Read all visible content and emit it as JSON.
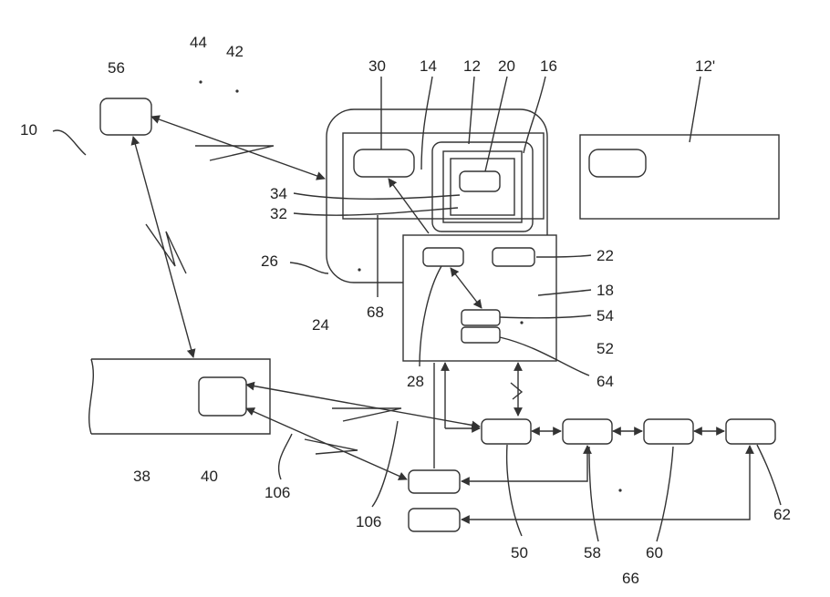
{
  "labels": {
    "l10": "10",
    "l56": "56",
    "l44": "44",
    "l42": "42",
    "l30": "30",
    "l14": "14",
    "l12": "12",
    "l20": "20",
    "l16": "16",
    "l12p": "12'",
    "l34": "34",
    "l32": "32",
    "l26": "26",
    "l24": "24",
    "l68": "68",
    "l22": "22",
    "l18": "18",
    "l54": "54",
    "l52": "52",
    "l64": "64",
    "l28": "28",
    "l38": "38",
    "l40": "40",
    "l106a": "106",
    "l106b": "106",
    "l50": "50",
    "l58": "58",
    "l60": "60",
    "l62": "62",
    "l66": "66"
  }
}
